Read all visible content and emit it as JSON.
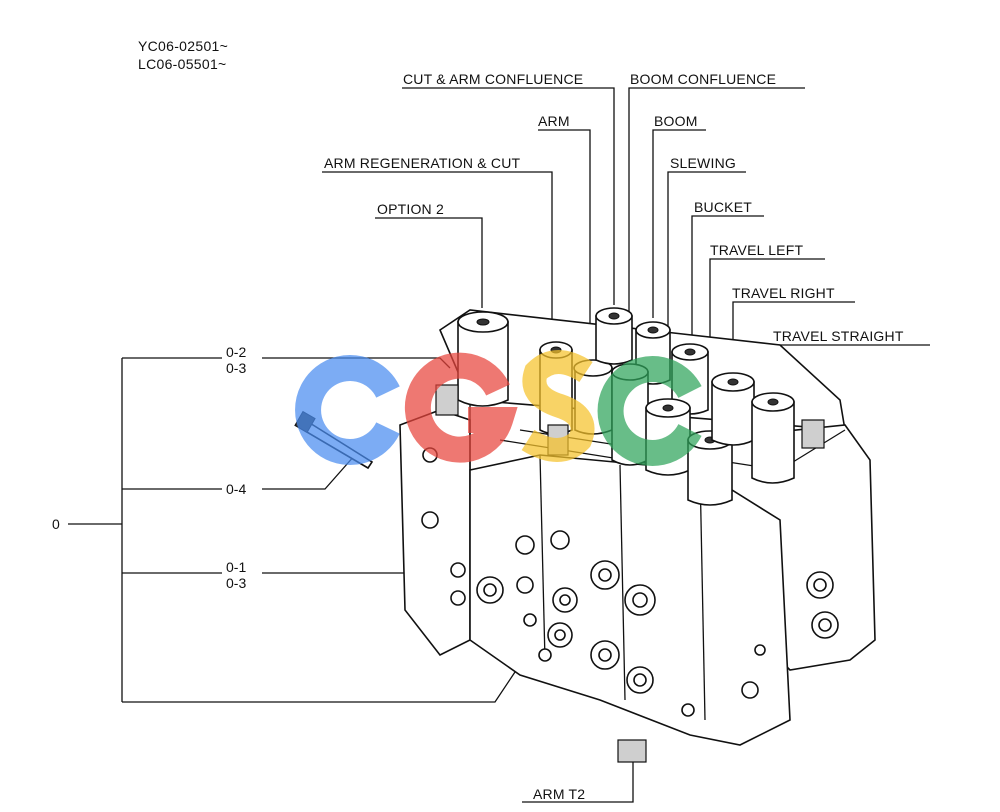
{
  "serials": [
    "YC06-02501~",
    "LC06-05501~"
  ],
  "labels": {
    "cut_arm_confluence": "CUT & ARM CONFLUENCE",
    "boom_confluence": "BOOM CONFLUENCE",
    "arm": "ARM",
    "boom": "BOOM",
    "arm_regeneration_cut": "ARM REGENERATION & CUT",
    "slewing": "SLEWING",
    "option_2": "OPTION 2",
    "bucket": "BUCKET",
    "travel_left": "TRAVEL LEFT",
    "travel_right": "TRAVEL RIGHT",
    "travel_straight": "TRAVEL STRAIGHT",
    "arm_t2": "ARM T2"
  },
  "callouts": {
    "root": "0",
    "c1a": "0-2",
    "c1b": "0-3",
    "c2": "0-4",
    "c3a": "0-1",
    "c3b": "0-3"
  },
  "watermark": {
    "text": "CGSC",
    "colors": [
      "#4a8df0",
      "#e8453c",
      "#f6c22c",
      "#2fa35a"
    ]
  }
}
